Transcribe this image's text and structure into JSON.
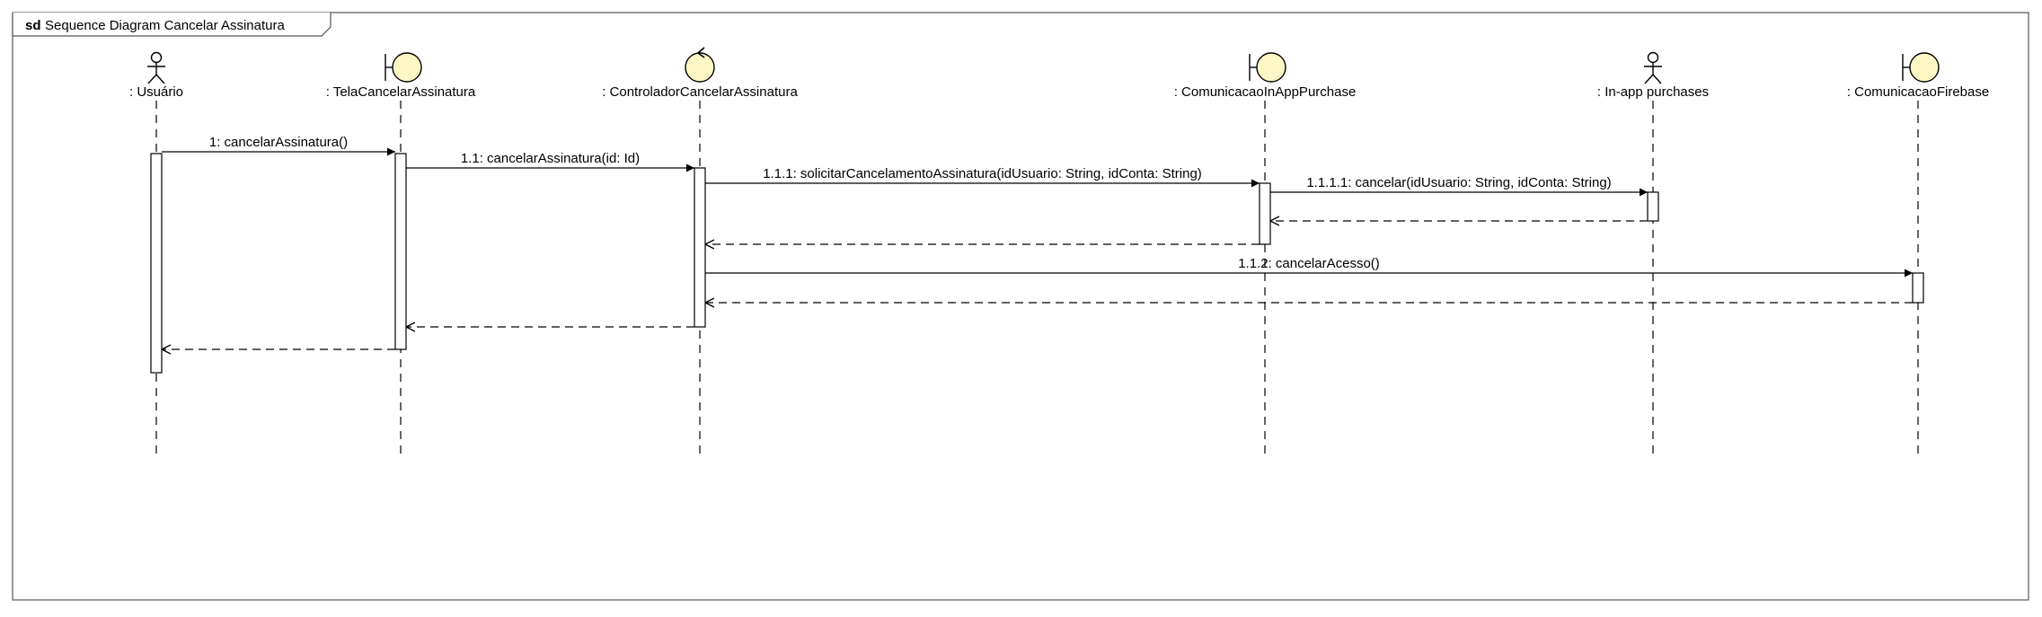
{
  "frame": {
    "keyword": "sd",
    "title": "Sequence Diagram Cancelar Assinatura"
  },
  "lifelines": [
    {
      "kind": "actor",
      "label": ": Usuário"
    },
    {
      "kind": "boundary",
      "label": ": TelaCancelarAssinatura"
    },
    {
      "kind": "control",
      "label": ": ControladorCancelarAssinatura"
    },
    {
      "kind": "boundary",
      "label": ": ComunicacaoInAppPurchase"
    },
    {
      "kind": "actor",
      "label": ": In-app purchases"
    },
    {
      "kind": "boundary",
      "label": ": ComunicacaoFirebase"
    }
  ],
  "messages": [
    {
      "from": 0,
      "to": 1,
      "type": "sync",
      "label": "1: cancelarAssinatura()"
    },
    {
      "from": 1,
      "to": 2,
      "type": "sync",
      "label": "1.1: cancelarAssinatura(id: Id)"
    },
    {
      "from": 2,
      "to": 3,
      "type": "sync",
      "label": "1.1.1: solicitarCancelamentoAssinatura(idUsuario: String, idConta: String)"
    },
    {
      "from": 3,
      "to": 4,
      "type": "sync",
      "label": "1.1.1.1: cancelar(idUsuario: String, idConta: String)"
    },
    {
      "from": 4,
      "to": 3,
      "type": "return",
      "label": ""
    },
    {
      "from": 3,
      "to": 2,
      "type": "return",
      "label": ""
    },
    {
      "from": 2,
      "to": 5,
      "type": "sync",
      "label": "1.1.2: cancelarAcesso()"
    },
    {
      "from": 5,
      "to": 2,
      "type": "return",
      "label": ""
    },
    {
      "from": 2,
      "to": 1,
      "type": "return",
      "label": ""
    },
    {
      "from": 1,
      "to": 0,
      "type": "return",
      "label": ""
    }
  ],
  "colors": {
    "symbol_fill": "#fcf7c5",
    "line": "#000000",
    "frame_border": "#555555"
  }
}
